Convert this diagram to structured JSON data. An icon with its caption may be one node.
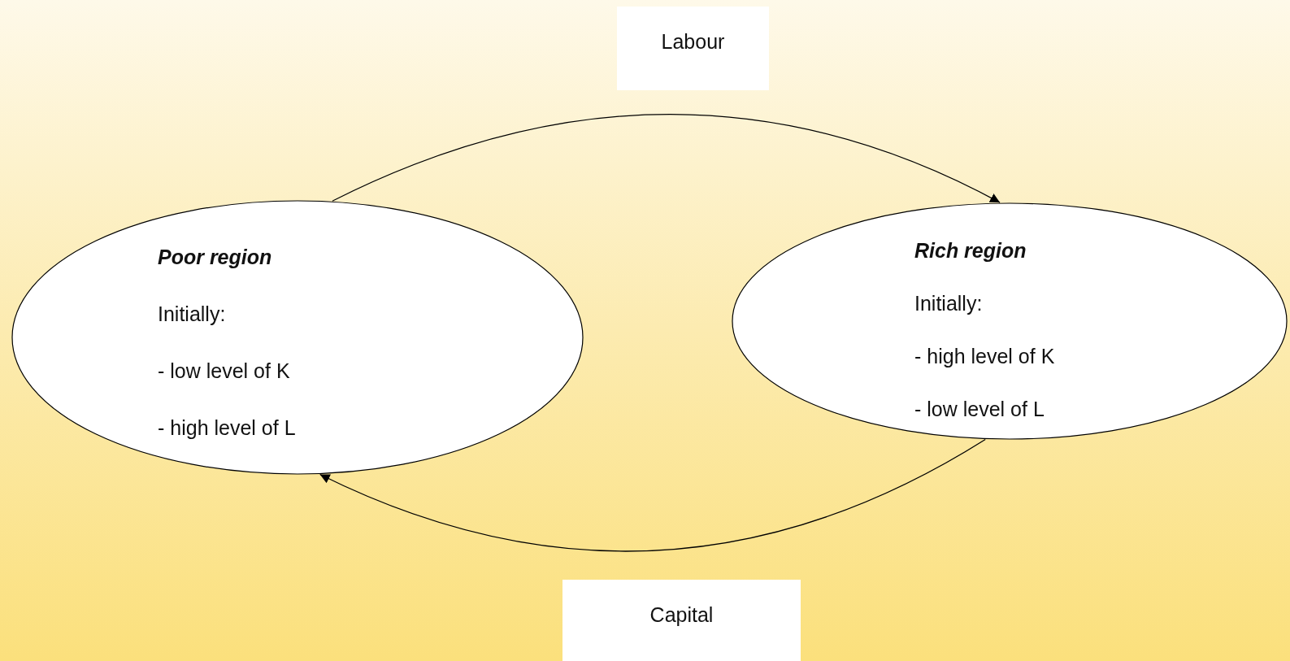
{
  "diagram": {
    "nodes": [
      {
        "text": [
          "Labour"
        ]
      },
      {
        "text": [
          "Poor region",
          "Initially:",
          "- low level of K",
          "- high level of L"
        ]
      },
      {
        "text": [
          "Rich region",
          "Initially:",
          "- high level of K",
          "- low level of L"
        ]
      },
      {
        "text": [
          "Capital"
        ]
      }
    ],
    "edges": [
      {
        "from": 1,
        "to": 2,
        "arrow": "to"
      },
      {
        "from": 2,
        "to": 1,
        "arrow": "to"
      }
    ]
  }
}
